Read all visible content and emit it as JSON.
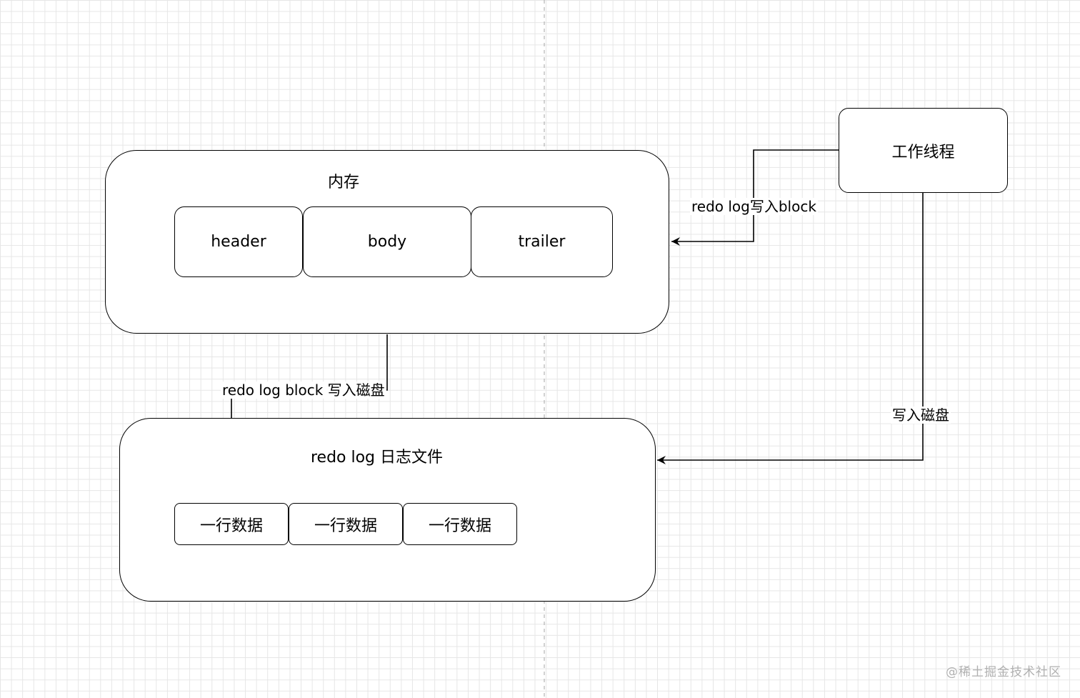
{
  "memory": {
    "title": "内存",
    "cells": [
      "header",
      "body",
      "trailer"
    ]
  },
  "redo_file": {
    "title": "redo log 日志文件",
    "rows": [
      "一行数据",
      "一行数据",
      "一行数据"
    ]
  },
  "worker": {
    "label": "工作线程"
  },
  "edges": {
    "worker_to_memory": "redo log写入block",
    "memory_to_file": "redo log block 写入磁盘",
    "worker_to_file": "写入磁盘"
  },
  "watermark": "@稀土掘金技术社区",
  "colors": {
    "stroke": "#000000",
    "grid": "#e6e6e6",
    "watermark": "#b0b0b0"
  }
}
